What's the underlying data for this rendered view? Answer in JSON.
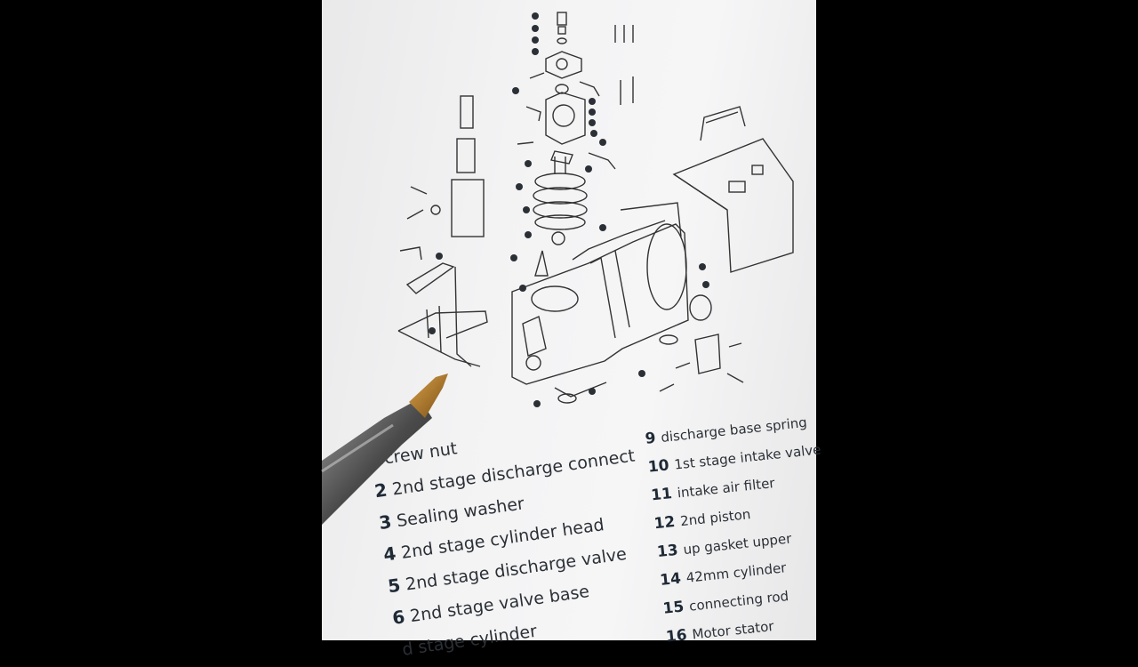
{
  "legend_left": [
    {
      "num": "",
      "label": "screw nut"
    },
    {
      "num": "2",
      "label": "2nd stage discharge connect"
    },
    {
      "num": "3",
      "label": "Sealing washer"
    },
    {
      "num": "4",
      "label": "2nd stage cylinder head"
    },
    {
      "num": "5",
      "label": "2nd stage discharge valve"
    },
    {
      "num": "6",
      "label": "2nd stage valve base"
    },
    {
      "num": "",
      "label": "d stage cylinder"
    }
  ],
  "legend_right": [
    {
      "num": "9",
      "label": "discharge base spring"
    },
    {
      "num": "10",
      "label": "1st stage intake valve"
    },
    {
      "num": "11",
      "label": "intake air filter"
    },
    {
      "num": "12",
      "label": "2nd piston"
    },
    {
      "num": "13",
      "label": "up gasket upper"
    },
    {
      "num": "14",
      "label": "42mm cylinder"
    },
    {
      "num": "15",
      "label": "connecting rod"
    },
    {
      "num": "16",
      "label": "Motor stator"
    }
  ],
  "colors": {
    "background": "#000000",
    "paper": "#f3f3f4",
    "ink": "#2b3036",
    "screwdriver_tip": "#b07a2a"
  }
}
